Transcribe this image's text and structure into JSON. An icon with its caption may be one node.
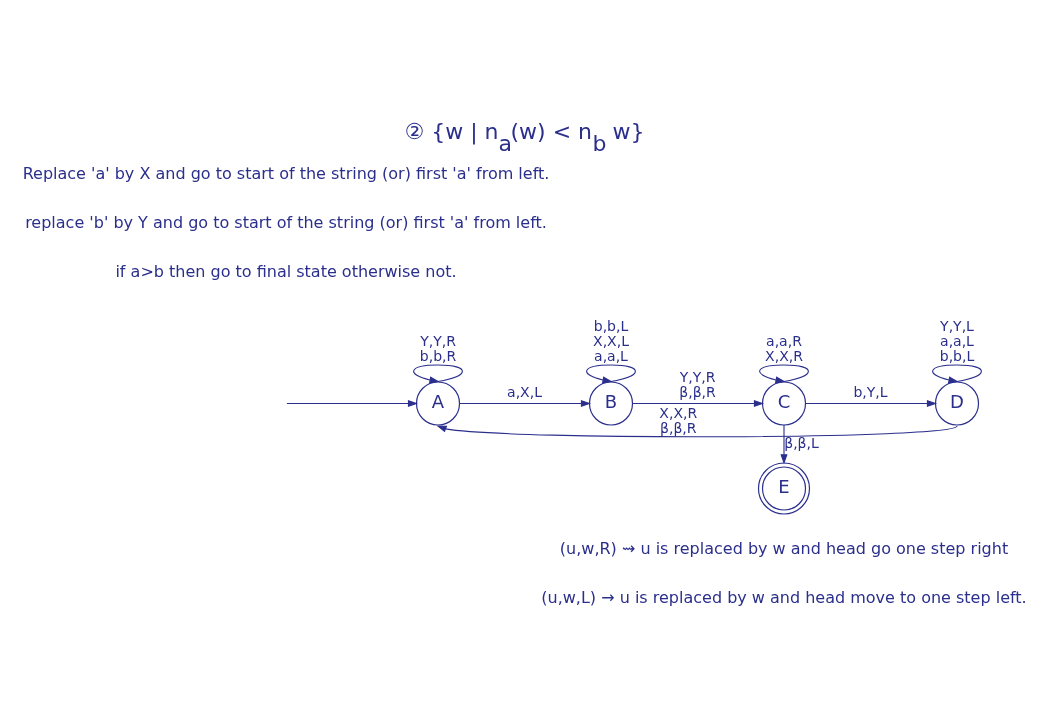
{
  "diagram": {
    "title": "② {w | n$_{a}$(w) < n$_{b}$ w}",
    "nodes": [
      {
        "text": [
          "A"
        ]
      },
      {
        "text": [
          "B"
        ]
      },
      {
        "text": [
          "C"
        ]
      },
      {
        "text": [
          "D"
        ]
      },
      {
        "text": [
          "E"
        ]
      }
    ],
    "edges": [
      {
        "from": null,
        "to": 0,
        "arrow": "to"
      },
      {
        "from": 0,
        "to": 0,
        "arrow": "to",
        "label": "Y,Y,R b,b,R"
      },
      {
        "from": 0,
        "to": 1,
        "arrow": "to",
        "label": "a,X,L"
      },
      {
        "from": 1,
        "to": 1,
        "arrow": "to",
        "label": "b,b,L X,X,L a,a,L"
      },
      {
        "from": 1,
        "to": 2,
        "arrow": "to",
        "label": "Y,Y,R β,β,R"
      },
      {
        "from": 2,
        "to": 2,
        "arrow": "to",
        "label": "a,a,R X,X,R"
      },
      {
        "from": 2,
        "to": 3,
        "arrow": "to",
        "label": "b,Y,L"
      },
      {
        "from": 3,
        "to": 3,
        "arrow": "to",
        "label": "Y,Y,L a,a,L b,b,L"
      },
      {
        "from": 3,
        "to": 0,
        "arrow": "to",
        "label": "X,X,R β,β,R"
      },
      {
        "from": 2,
        "to": 4,
        "arrow": "to",
        "label": "β,β,L"
      }
    ],
    "labels": [
      "Replace 'a' by X and go to start of the string (or) first 'a' from left.",
      "replace 'b' by Y and go to start of the string (or) first 'a' from left.",
      "if a>b then go to final state otherwise not.",
      "(u,w,R) ⇝ u is replaced by w and head go one step right",
      "(u,w,L) → u is replaced by w and head move to one step left."
    ]
  }
}
